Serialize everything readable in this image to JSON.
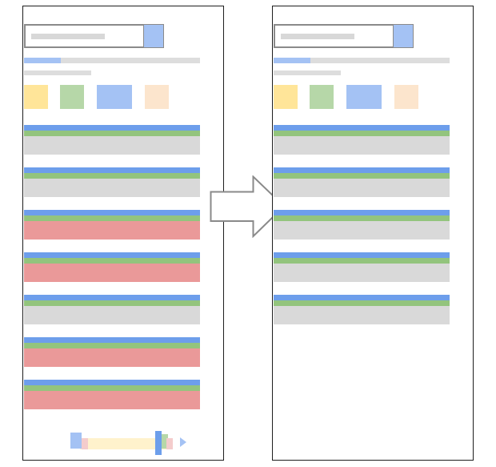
{
  "colors": {
    "panel_border": "#1e1e1e",
    "placeholder_grey": "#d8d8d8",
    "accent_blue": "#a4c2f4",
    "card_stripe_blue": "#6d9eeb",
    "card_stripe_green": "#93c47d",
    "card_body_normal": "#d9d9d9",
    "card_body_error": "#ea9999",
    "chip_yellow": "#ffe599",
    "chip_green": "#b6d7a8",
    "chip_blue": "#a4c2f4",
    "chip_peach": "#fce5cd",
    "pager_track": "#fff2cc",
    "pager_pink": "#f4cccc"
  },
  "icons": {
    "search": "search-button-icon",
    "transition": "right-arrow-icon",
    "pager_next": "next-triangle-icon"
  },
  "progress_fraction": 0.21,
  "before": {
    "chips": [
      "yellow",
      "green",
      "blue",
      "peach"
    ],
    "cards": [
      "normal",
      "normal",
      "error",
      "error",
      "normal",
      "error",
      "error"
    ],
    "has_pager": true
  },
  "after": {
    "chips": [
      "yellow",
      "green",
      "blue",
      "peach"
    ],
    "cards": [
      "normal",
      "normal",
      "normal",
      "normal",
      "normal"
    ],
    "has_pager": false
  }
}
